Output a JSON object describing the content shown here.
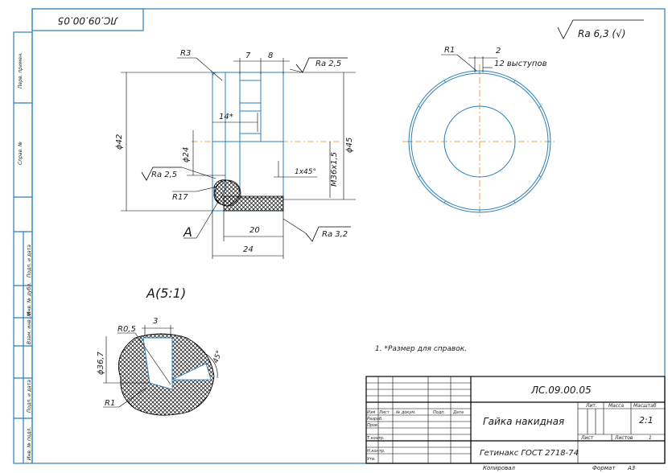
{
  "stamp_code": "ЛС.09.00.05",
  "roughness_general": "Ra 6,3 (√)",
  "dims": {
    "r3": "R3",
    "d7": "7",
    "d8": "8",
    "ra25_top": "Ra 2,5",
    "d42": "ϕ42",
    "d45": "ϕ45",
    "d14": "14*",
    "d24v": "ϕ24",
    "m36": "M36x1,5",
    "chamfer": "1x45°",
    "ra25_left": "Ra 2,5",
    "r17": "R17",
    "view_a": "A",
    "d20": "20",
    "d24": "24",
    "ra32": "Ra 3,2",
    "r1_top": "R1",
    "d2": "2",
    "protrusions": "12 выступов"
  },
  "detail": {
    "title": "A(5:1)",
    "r05": "R0,5",
    "d3": "3",
    "angle": "45°",
    "d367": "ϕ36,7",
    "r1": "R1"
  },
  "note": "1. *Размер для справок.",
  "side_labels": [
    "Перв. примен.",
    "Справ. №",
    "Подп. и дата",
    "Инв. № дубл.",
    "Взам. инв. №",
    "Подп. и дата",
    "Инв. № подл."
  ],
  "title_block": {
    "code": "ЛС.09.00.05",
    "name": "Гайка накидная",
    "material": "Гетинакс ГОСТ 2718-74",
    "header_lit": "Лит.",
    "header_mass": "Масса",
    "header_scale": "Масштаб",
    "scale_value": "2:1",
    "sheet": "Лист",
    "sheets": "Листов",
    "sheets_value": "1",
    "col_izm": "Изм",
    "col_list": "Лист",
    "col_doc": "№ докум.",
    "col_sign": "Подп.",
    "col_date": "Дата",
    "row_razrab": "Разраб.",
    "row_prov": "Пров.",
    "row_tkontr": "Т.контр.",
    "row_nkontr": "Н.контр.",
    "row_utv": "Утв."
  },
  "footer": {
    "copied": "Копировал",
    "format": "Формат",
    "format_value": "A3"
  }
}
